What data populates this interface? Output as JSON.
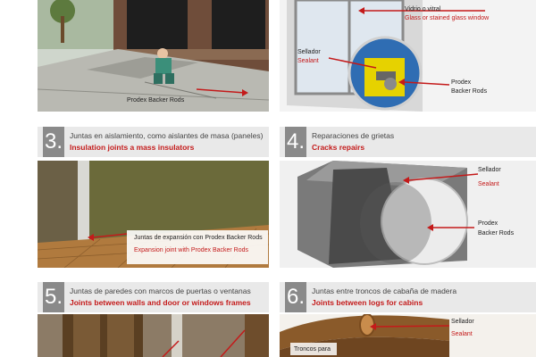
{
  "colors": {
    "accent_red": "#c41a1a",
    "header_bg": "#e9e9e9",
    "number_bg": "#8a8a8a"
  },
  "panel1": {
    "label": "Prodex Backer Rods"
  },
  "panel2": {
    "glass_es": "Vidrio o vitral",
    "glass_en": "Glass or stained glass window",
    "sealant_es": "Sellador",
    "sealant_en": "Sealant",
    "rods_l1": "Prodex",
    "rods_l2": "Backer Rods"
  },
  "panel3": {
    "number": "3.",
    "title_es": "Juntas en aislamiento, como aislantes de masa (paneles)",
    "title_en": "Insulation joints a mass insulators",
    "note_es": "Juntas de expansión con Prodex Backer Rods",
    "note_en": "Expansion joint with Prodex Backer Rods"
  },
  "panel4": {
    "number": "4.",
    "title_es": "Reparaciones de grietas",
    "title_en": "Cracks repairs",
    "sealant_es": "Sellador",
    "sealant_en": "Sealant",
    "rods_l1": "Prodex",
    "rods_l2": "Backer Rods"
  },
  "panel5": {
    "number": "5.",
    "title_es": "Juntas de paredes con marcos de puertas o ventanas",
    "title_en": "Joints between walls and door or windows frames"
  },
  "panel6": {
    "number": "6.",
    "title_es": "Juntas entre troncos de cabaña de madera",
    "title_en": "Joints between logs for cabins",
    "sealant_es": "Sellador",
    "sealant_en": "Sealant",
    "logs_es": "Troncos para"
  }
}
